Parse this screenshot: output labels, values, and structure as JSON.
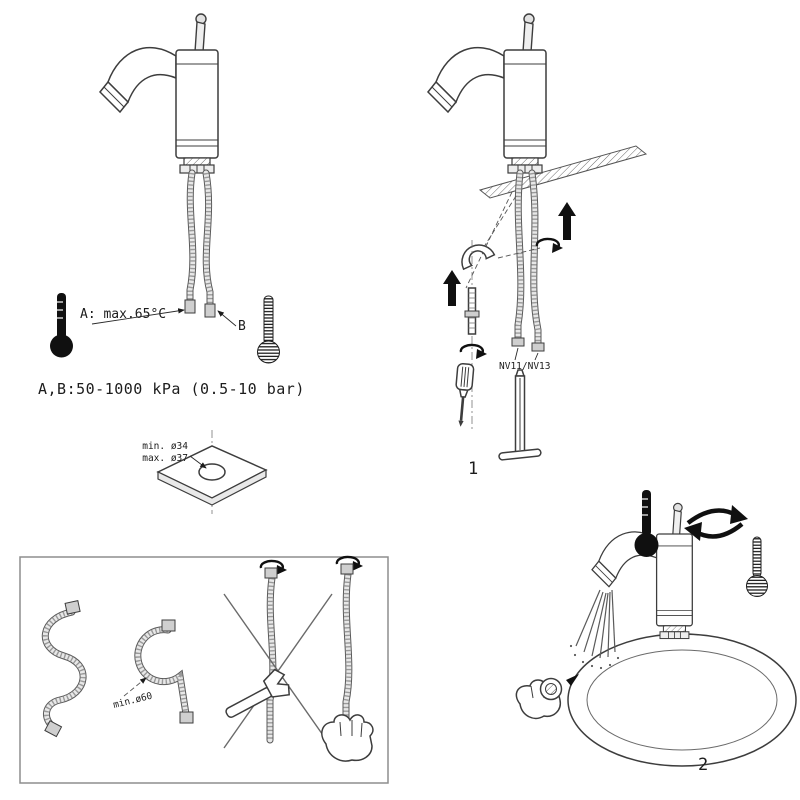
{
  "top_left": {
    "label_a": "A: max.65°C",
    "label_b": "B",
    "pressure_note": "A,B:50-1000 kPa (0.5-10 bar)"
  },
  "plate": {
    "min_label": "min. ø34",
    "max_label": "max. ø37"
  },
  "hose_panel": {
    "min_bend_label": "min.ø60"
  },
  "step1": {
    "size_label": "NV11/NV13",
    "number": "1"
  },
  "step2": {
    "number": "2"
  }
}
